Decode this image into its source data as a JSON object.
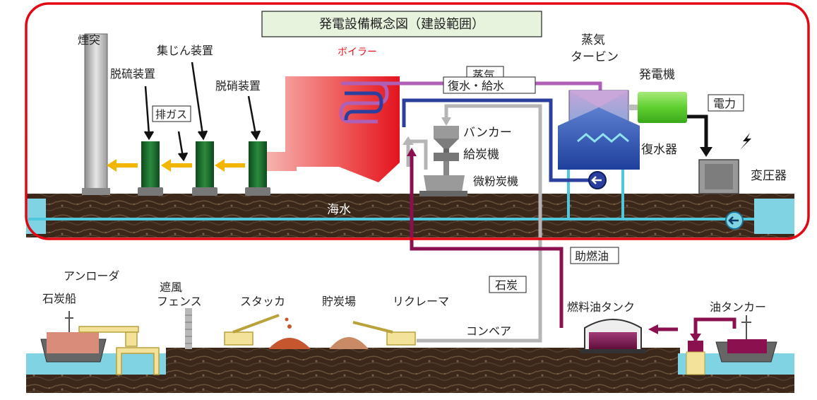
{
  "title": "発電設備概念図（建設範囲）",
  "labels": {
    "chimney": "煙突",
    "desulfurization": "脱硫装置",
    "dust_collector": "集じん装置",
    "denitration": "脱硝装置",
    "exhaust_gas": "排ガス",
    "boiler": "ボイラー",
    "steam": "蒸気",
    "steam_turbine_line1": "蒸気",
    "steam_turbine_line2": "タービン",
    "generator": "発電機",
    "condensate_feedwater": "復水・給水",
    "power": "電力",
    "bunker": "バンカー",
    "coal_feeder": "給炭機",
    "pulverizer": "微粉炭機",
    "condenser": "復水器",
    "transformer": "変圧器",
    "seawater": "海水",
    "auxiliary_oil": "助燃油",
    "coal": "石炭",
    "unloader": "アンローダ",
    "coal_ship": "石炭船",
    "windbreak_line1": "遮風",
    "windbreak_line2": "フェンス",
    "stacker": "スタッカ",
    "coal_yard": "貯炭場",
    "reclaimer": "リクレーマ",
    "conveyor": "コンベア",
    "fuel_oil_tank": "燃料油タンク",
    "oil_tanker": "油タンカー"
  },
  "colors": {
    "scope_border": "#e30613",
    "title_bg": "#e8f3de",
    "steam_line": "#b05fb6",
    "feedwater_line": "#2a3f9e",
    "coal_line": "#b5b5b5",
    "oil_line": "#8a1050",
    "seawater_line": "#4fc7dc",
    "exhaust_arrow": "#f2b600",
    "boiler_red": "#e8252a",
    "generator_green": "#6fd13a",
    "equipment_green": "#1d6b2c",
    "ground": "#3e2a1d",
    "sea": "#7fd3e3"
  }
}
